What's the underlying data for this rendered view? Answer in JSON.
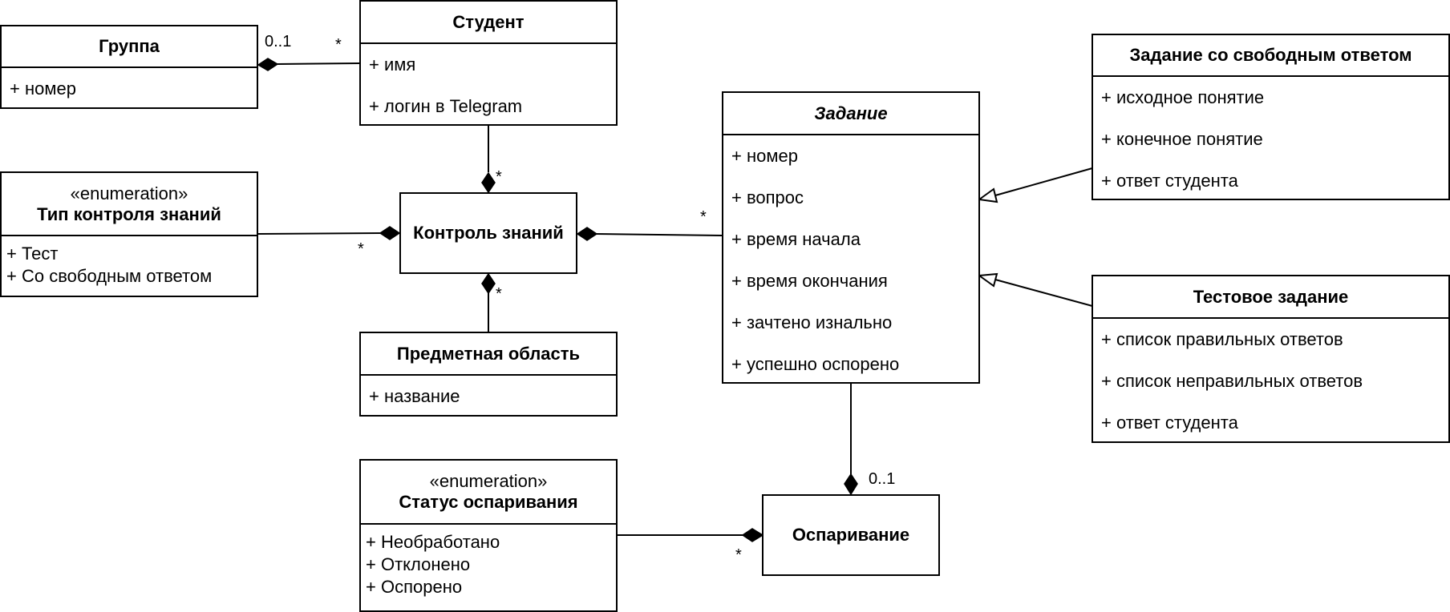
{
  "classes": {
    "group": {
      "name": "Группа",
      "attrs": [
        "+ номер"
      ]
    },
    "student": {
      "name": "Студент",
      "attrs": [
        "+ имя",
        "+ логин в Telegram"
      ]
    },
    "control_type": {
      "stereotype": "«enumeration»",
      "name": "Тип контроля знаний",
      "literals": [
        "+ Тест",
        "+ Со свободным ответом"
      ]
    },
    "knowledge_control": {
      "name": "Контроль знаний"
    },
    "subject_area": {
      "name": "Предметная область",
      "attrs": [
        "+ название"
      ]
    },
    "task": {
      "name": "Задание",
      "attrs": [
        "+ номер",
        "+ вопрос",
        "+ время начала",
        "+ время окончания",
        "+ зачтено изнально",
        "+ успешно оспорено"
      ]
    },
    "free_task": {
      "name": "Задание со свободным ответом",
      "attrs": [
        "+ исходное понятие",
        "+ конечное понятие",
        "+ ответ студента"
      ]
    },
    "test_task": {
      "name": "Тестовое задание",
      "attrs": [
        "+ список правильных ответов",
        "+ список неправильных ответов",
        "+ ответ студента"
      ]
    },
    "dispute_status": {
      "stereotype": "«enumeration»",
      "name": "Статус оспаривания",
      "literals": [
        "+ Необработано",
        "+ Отклонено",
        "+ Оспорено"
      ]
    },
    "dispute": {
      "name": "Оспаривание"
    }
  },
  "multiplicities": {
    "group_end": "0..1",
    "student_end": "*",
    "control_student_end": "*",
    "control_type_end": "*",
    "control_task_end": "*",
    "control_subject_end": "*",
    "task_dispute_end": "0..1",
    "dispute_status_end": "*"
  }
}
